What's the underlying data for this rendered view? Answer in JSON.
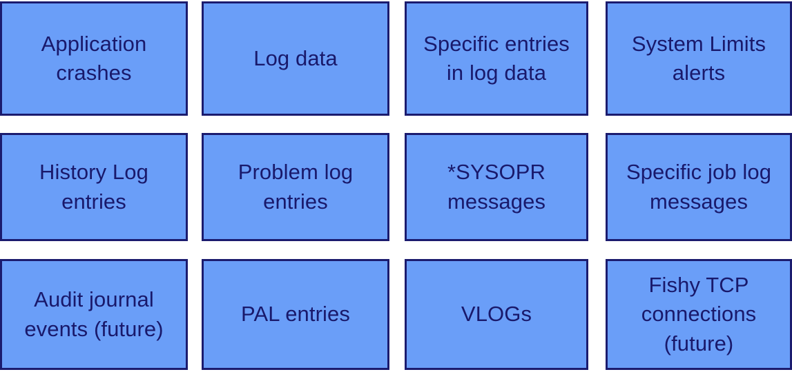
{
  "diagram": {
    "type": "grid-of-boxes",
    "rows": 3,
    "columns": 4,
    "colors": {
      "box_fill": "#6a9ef8",
      "box_border": "#1b1b6e",
      "text": "#19196b",
      "background": "#ffffff"
    },
    "boxes": [
      {
        "id": "application-crashes",
        "label": "Application crashes",
        "row": 1,
        "column": 1
      },
      {
        "id": "log-data",
        "label": "Log data",
        "row": 1,
        "column": 2
      },
      {
        "id": "specific-entries",
        "label": "Specific entries in log data",
        "row": 1,
        "column": 3
      },
      {
        "id": "system-limits-alerts",
        "label": "System Limits alerts",
        "row": 1,
        "column": 4
      },
      {
        "id": "history-log-entries",
        "label": "History Log entries",
        "row": 2,
        "column": 1
      },
      {
        "id": "problem-log-entries",
        "label": "Problem log entries",
        "row": 2,
        "column": 2
      },
      {
        "id": "sysopr-messages",
        "label": "*SYSOPR messages",
        "row": 2,
        "column": 3
      },
      {
        "id": "specific-job-log",
        "label": "Specific job log messages",
        "row": 2,
        "column": 4
      },
      {
        "id": "audit-journal-events",
        "label": "Audit journal events (future)",
        "row": 3,
        "column": 1
      },
      {
        "id": "pal-entries",
        "label": "PAL entries",
        "row": 3,
        "column": 2
      },
      {
        "id": "vlogs",
        "label": "VLOGs",
        "row": 3,
        "column": 3
      },
      {
        "id": "fishy-tcp-connections",
        "label": "Fishy TCP connections (future)",
        "row": 3,
        "column": 4
      }
    ]
  }
}
